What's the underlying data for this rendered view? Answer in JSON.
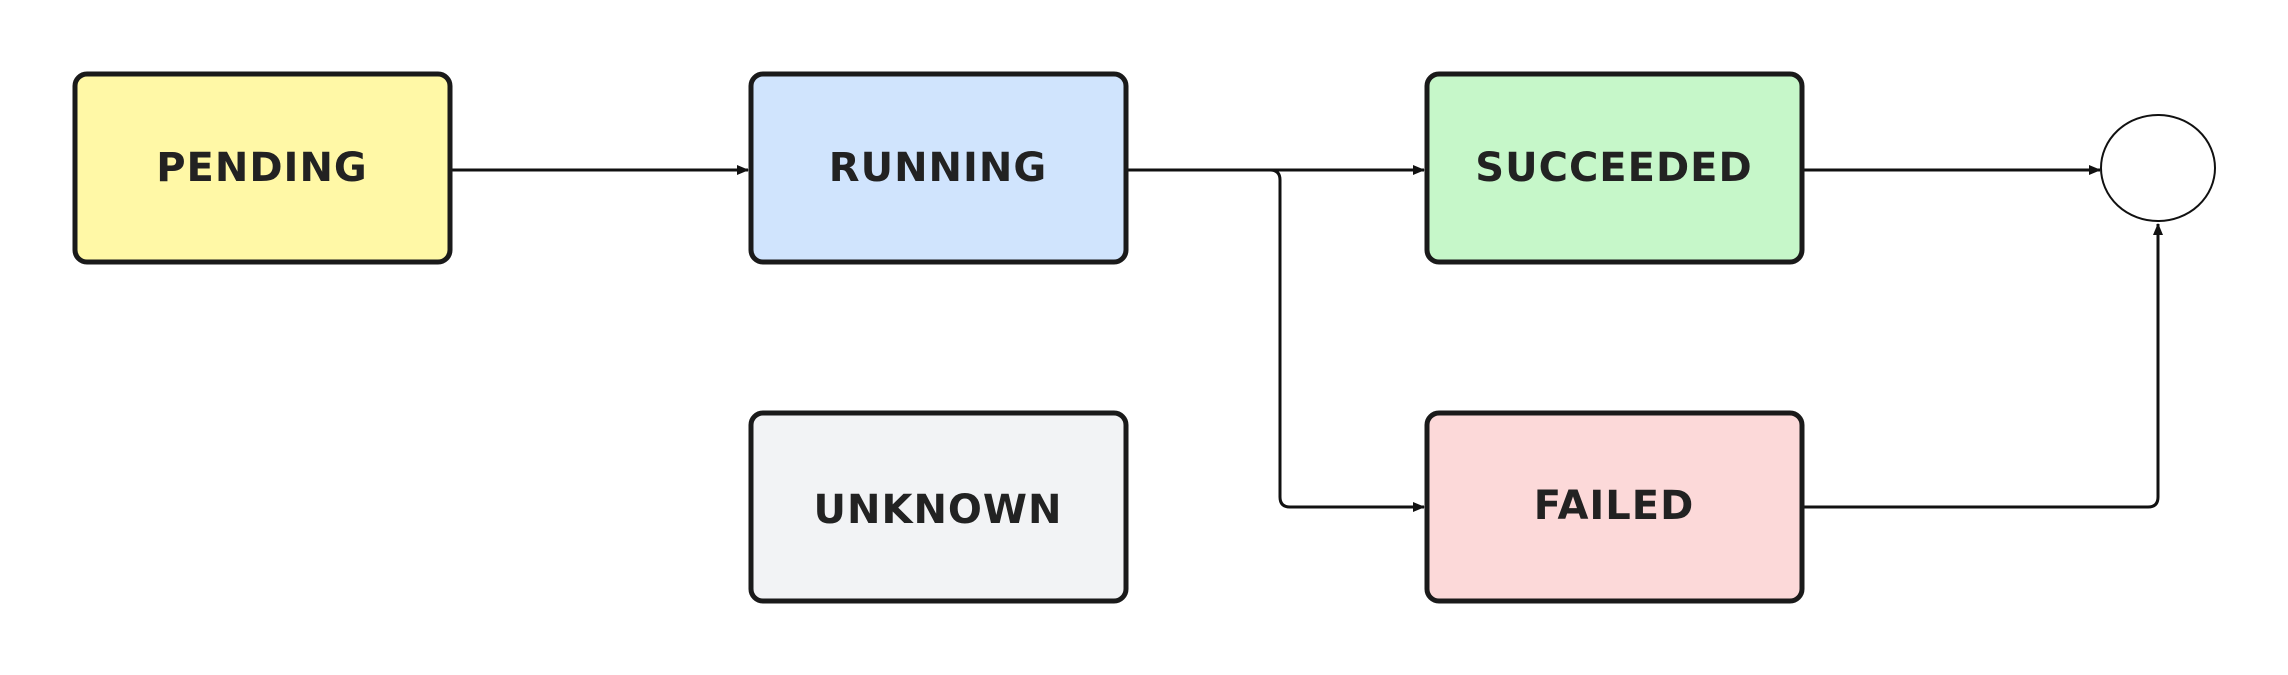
{
  "nodes": {
    "pending": {
      "label": "PENDING",
      "fill": "#fff8a6"
    },
    "running": {
      "label": "RUNNING",
      "fill": "#d0e4fd"
    },
    "succeeded": {
      "label": "SUCCEEDED",
      "fill": "#c6f7c9"
    },
    "unknown": {
      "label": "UNKNOWN",
      "fill": "#f2f3f5"
    },
    "failed": {
      "label": "FAILED",
      "fill": "#fcd9d9"
    }
  },
  "edges": [
    {
      "from": "pending",
      "to": "running"
    },
    {
      "from": "running",
      "to": "succeeded"
    },
    {
      "from": "running",
      "to": "failed"
    },
    {
      "from": "succeeded",
      "to": "end"
    },
    {
      "from": "failed",
      "to": "end"
    }
  ],
  "colors": {
    "stroke": "#1a1a1a",
    "text": "#222222",
    "end_state_fill": "#ffffff"
  }
}
